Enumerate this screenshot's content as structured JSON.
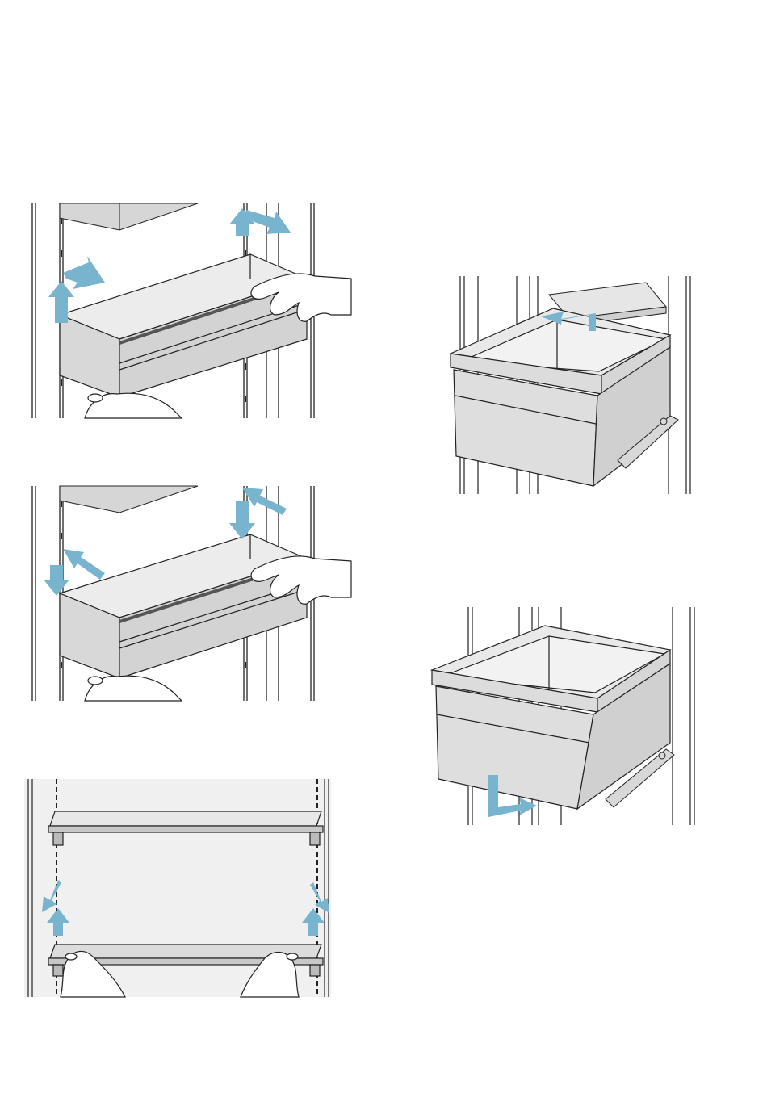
{
  "figures": [
    {
      "id": "door-bin-remove",
      "icon": "arrow-up-out-icon"
    },
    {
      "id": "door-bin-insert",
      "icon": "arrow-in-down-icon"
    },
    {
      "id": "glass-shelf-remove",
      "icon": "arrow-up-out-icon"
    },
    {
      "id": "drawer-remove",
      "icon": "arrow-up-out-icon"
    },
    {
      "id": "drawer-insert",
      "icon": "arrow-down-in-icon"
    }
  ],
  "colors": {
    "arrow": "#79b4cf",
    "part_face": "#d3d3d3",
    "part_light": "#e4e4e4",
    "part_inner": "#ececec",
    "wall_fill": "#f0f0f0",
    "line": "#222222"
  }
}
